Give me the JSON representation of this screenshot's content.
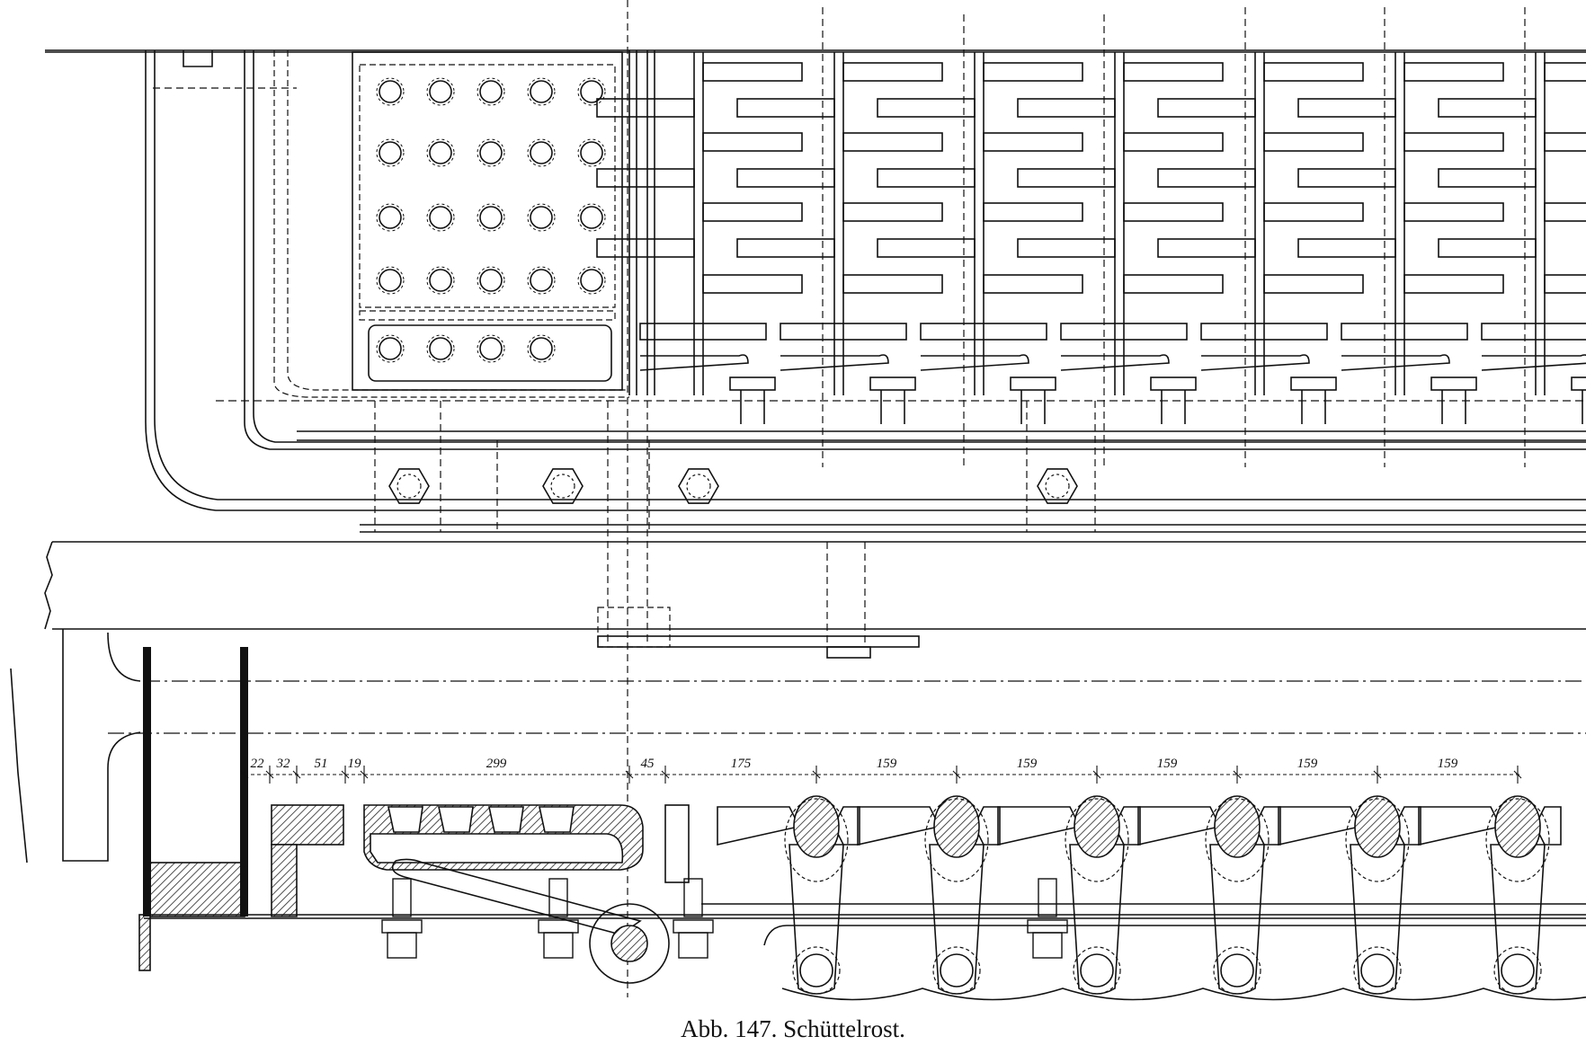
{
  "figure": {
    "caption": "Abb. 147. Schüttelrost.",
    "dimensions": [
      "22",
      "32",
      "51",
      "19",
      "299",
      "45",
      "175",
      "159",
      "159",
      "159",
      "159",
      "159"
    ]
  }
}
